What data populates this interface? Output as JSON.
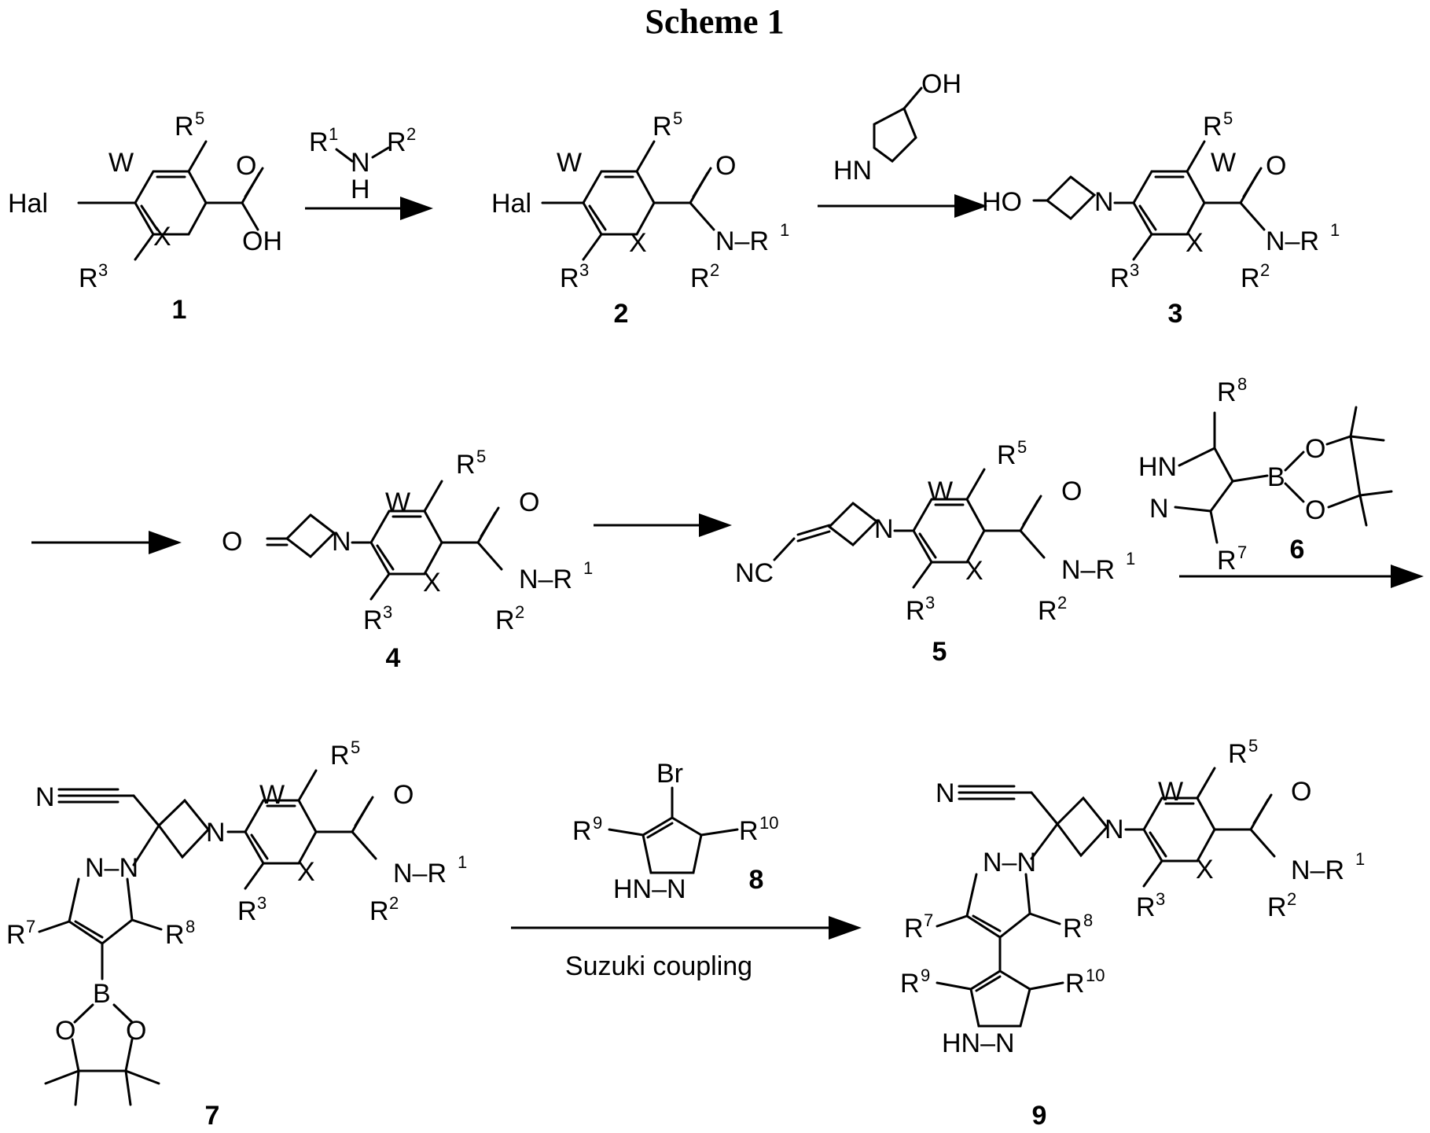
{
  "title": "Scheme 1",
  "compound_numbers": [
    "1",
    "2",
    "3",
    "4",
    "5",
    "6",
    "7",
    "8",
    "9"
  ],
  "atoms": {
    "hal": "Hal",
    "w": "W",
    "x": "X",
    "o": "O",
    "oh": "OH",
    "n": "N",
    "h": "H",
    "hn": "HN",
    "ho": "HO",
    "nc": "NC",
    "b": "B",
    "br": "Br",
    "n_r1": "N–R",
    "hn_n": "HN–N",
    "n_n": "N–N",
    "n_equiv": "N",
    "r": "R"
  },
  "superscripts": {
    "one": "1",
    "two": "2",
    "three": "3",
    "five": "5",
    "seven": "7",
    "eight": "8",
    "nine": "9",
    "ten": "10"
  },
  "arrow_labels": {
    "suzuki": "Suzuki coupling"
  }
}
